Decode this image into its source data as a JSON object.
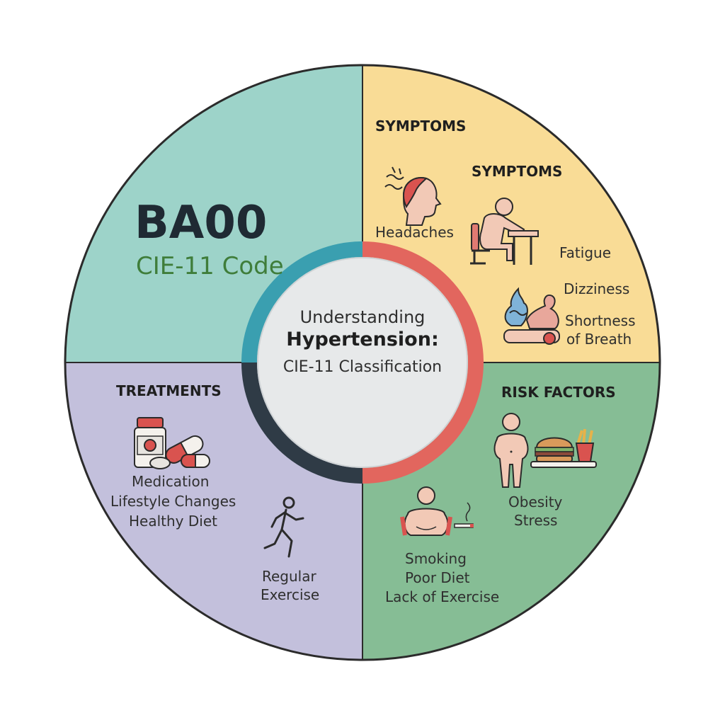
{
  "code_panel": {
    "code": "BA00",
    "code_label": "CIE-11 Code"
  },
  "center": {
    "line1": "Understanding",
    "line2": "Hypertension:",
    "line3": "CIE-11 Classification"
  },
  "symptoms": {
    "header": "SYMPTOMS",
    "subheader": "SYMPTOMS",
    "items": [
      "Headaches",
      "Fatigue",
      "Dizziness",
      "Shortness",
      "of Breath"
    ]
  },
  "treatments": {
    "header": "TREATMENTS",
    "items": [
      "Medication",
      "Lifestyle Changes",
      "Healthy Diet",
      "Regular",
      "Exercise"
    ]
  },
  "risk_factors": {
    "header": "RISK FACTORS",
    "items": [
      "Obesity",
      "Stress",
      "Smoking",
      "Poor Diet",
      "Lack of Exercise"
    ]
  },
  "colors": {
    "teal": "#9dd3c9",
    "yellow": "#f9dc96",
    "lavender": "#c3c0dc",
    "green": "#86bd95",
    "ring_teal": "#3a9fb0",
    "ring_red": "#e2665e",
    "ring_dark": "#2f3b46",
    "code_dark": "#1f2a33",
    "code_green": "#3f7d3a"
  },
  "icons": [
    "headache-icon",
    "tired-person-icon",
    "dizziness-icon",
    "pill-bottle-icon",
    "running-person-icon",
    "obese-person-icon",
    "fast-food-icon",
    "smoking-person-icon"
  ]
}
